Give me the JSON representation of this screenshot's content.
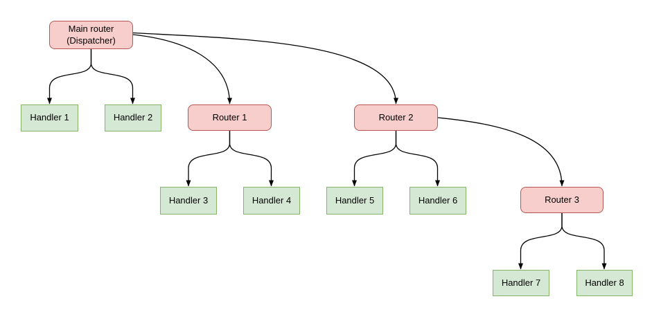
{
  "diagram": {
    "background": "#ffffff",
    "colors": {
      "background": "#ffffff",
      "router_fill": "#f8cecc",
      "router_border": "#b85450",
      "handler_fill": "#d5e8d4",
      "handler_border": "#82b366",
      "edge": "#000000",
      "text": "#000000"
    },
    "nodes": [
      {
        "id": "main-router",
        "label": "Main router\n(Dispatcher)",
        "type": "router"
      },
      {
        "id": "handler-1",
        "label": "Handler 1",
        "type": "handler"
      },
      {
        "id": "handler-2",
        "label": "Handler 2",
        "type": "handler"
      },
      {
        "id": "router-1",
        "label": "Router 1",
        "type": "router"
      },
      {
        "id": "router-2",
        "label": "Router 2",
        "type": "router"
      },
      {
        "id": "handler-3",
        "label": "Handler 3",
        "type": "handler"
      },
      {
        "id": "handler-4",
        "label": "Handler 4",
        "type": "handler"
      },
      {
        "id": "handler-5",
        "label": "Handler 5",
        "type": "handler"
      },
      {
        "id": "handler-6",
        "label": "Handler 6",
        "type": "handler"
      },
      {
        "id": "router-3",
        "label": "Router 3",
        "type": "router"
      },
      {
        "id": "handler-7",
        "label": "Handler 7",
        "type": "handler"
      },
      {
        "id": "handler-8",
        "label": "Handler 8",
        "type": "handler"
      }
    ],
    "edges": [
      {
        "from": "main-router",
        "to": "handler-1"
      },
      {
        "from": "main-router",
        "to": "handler-2"
      },
      {
        "from": "main-router",
        "to": "router-1"
      },
      {
        "from": "main-router",
        "to": "router-2"
      },
      {
        "from": "router-1",
        "to": "handler-3"
      },
      {
        "from": "router-1",
        "to": "handler-4"
      },
      {
        "from": "router-2",
        "to": "handler-5"
      },
      {
        "from": "router-2",
        "to": "handler-6"
      },
      {
        "from": "router-2",
        "to": "router-3"
      },
      {
        "from": "router-3",
        "to": "handler-7"
      },
      {
        "from": "router-3",
        "to": "handler-8"
      }
    ]
  }
}
